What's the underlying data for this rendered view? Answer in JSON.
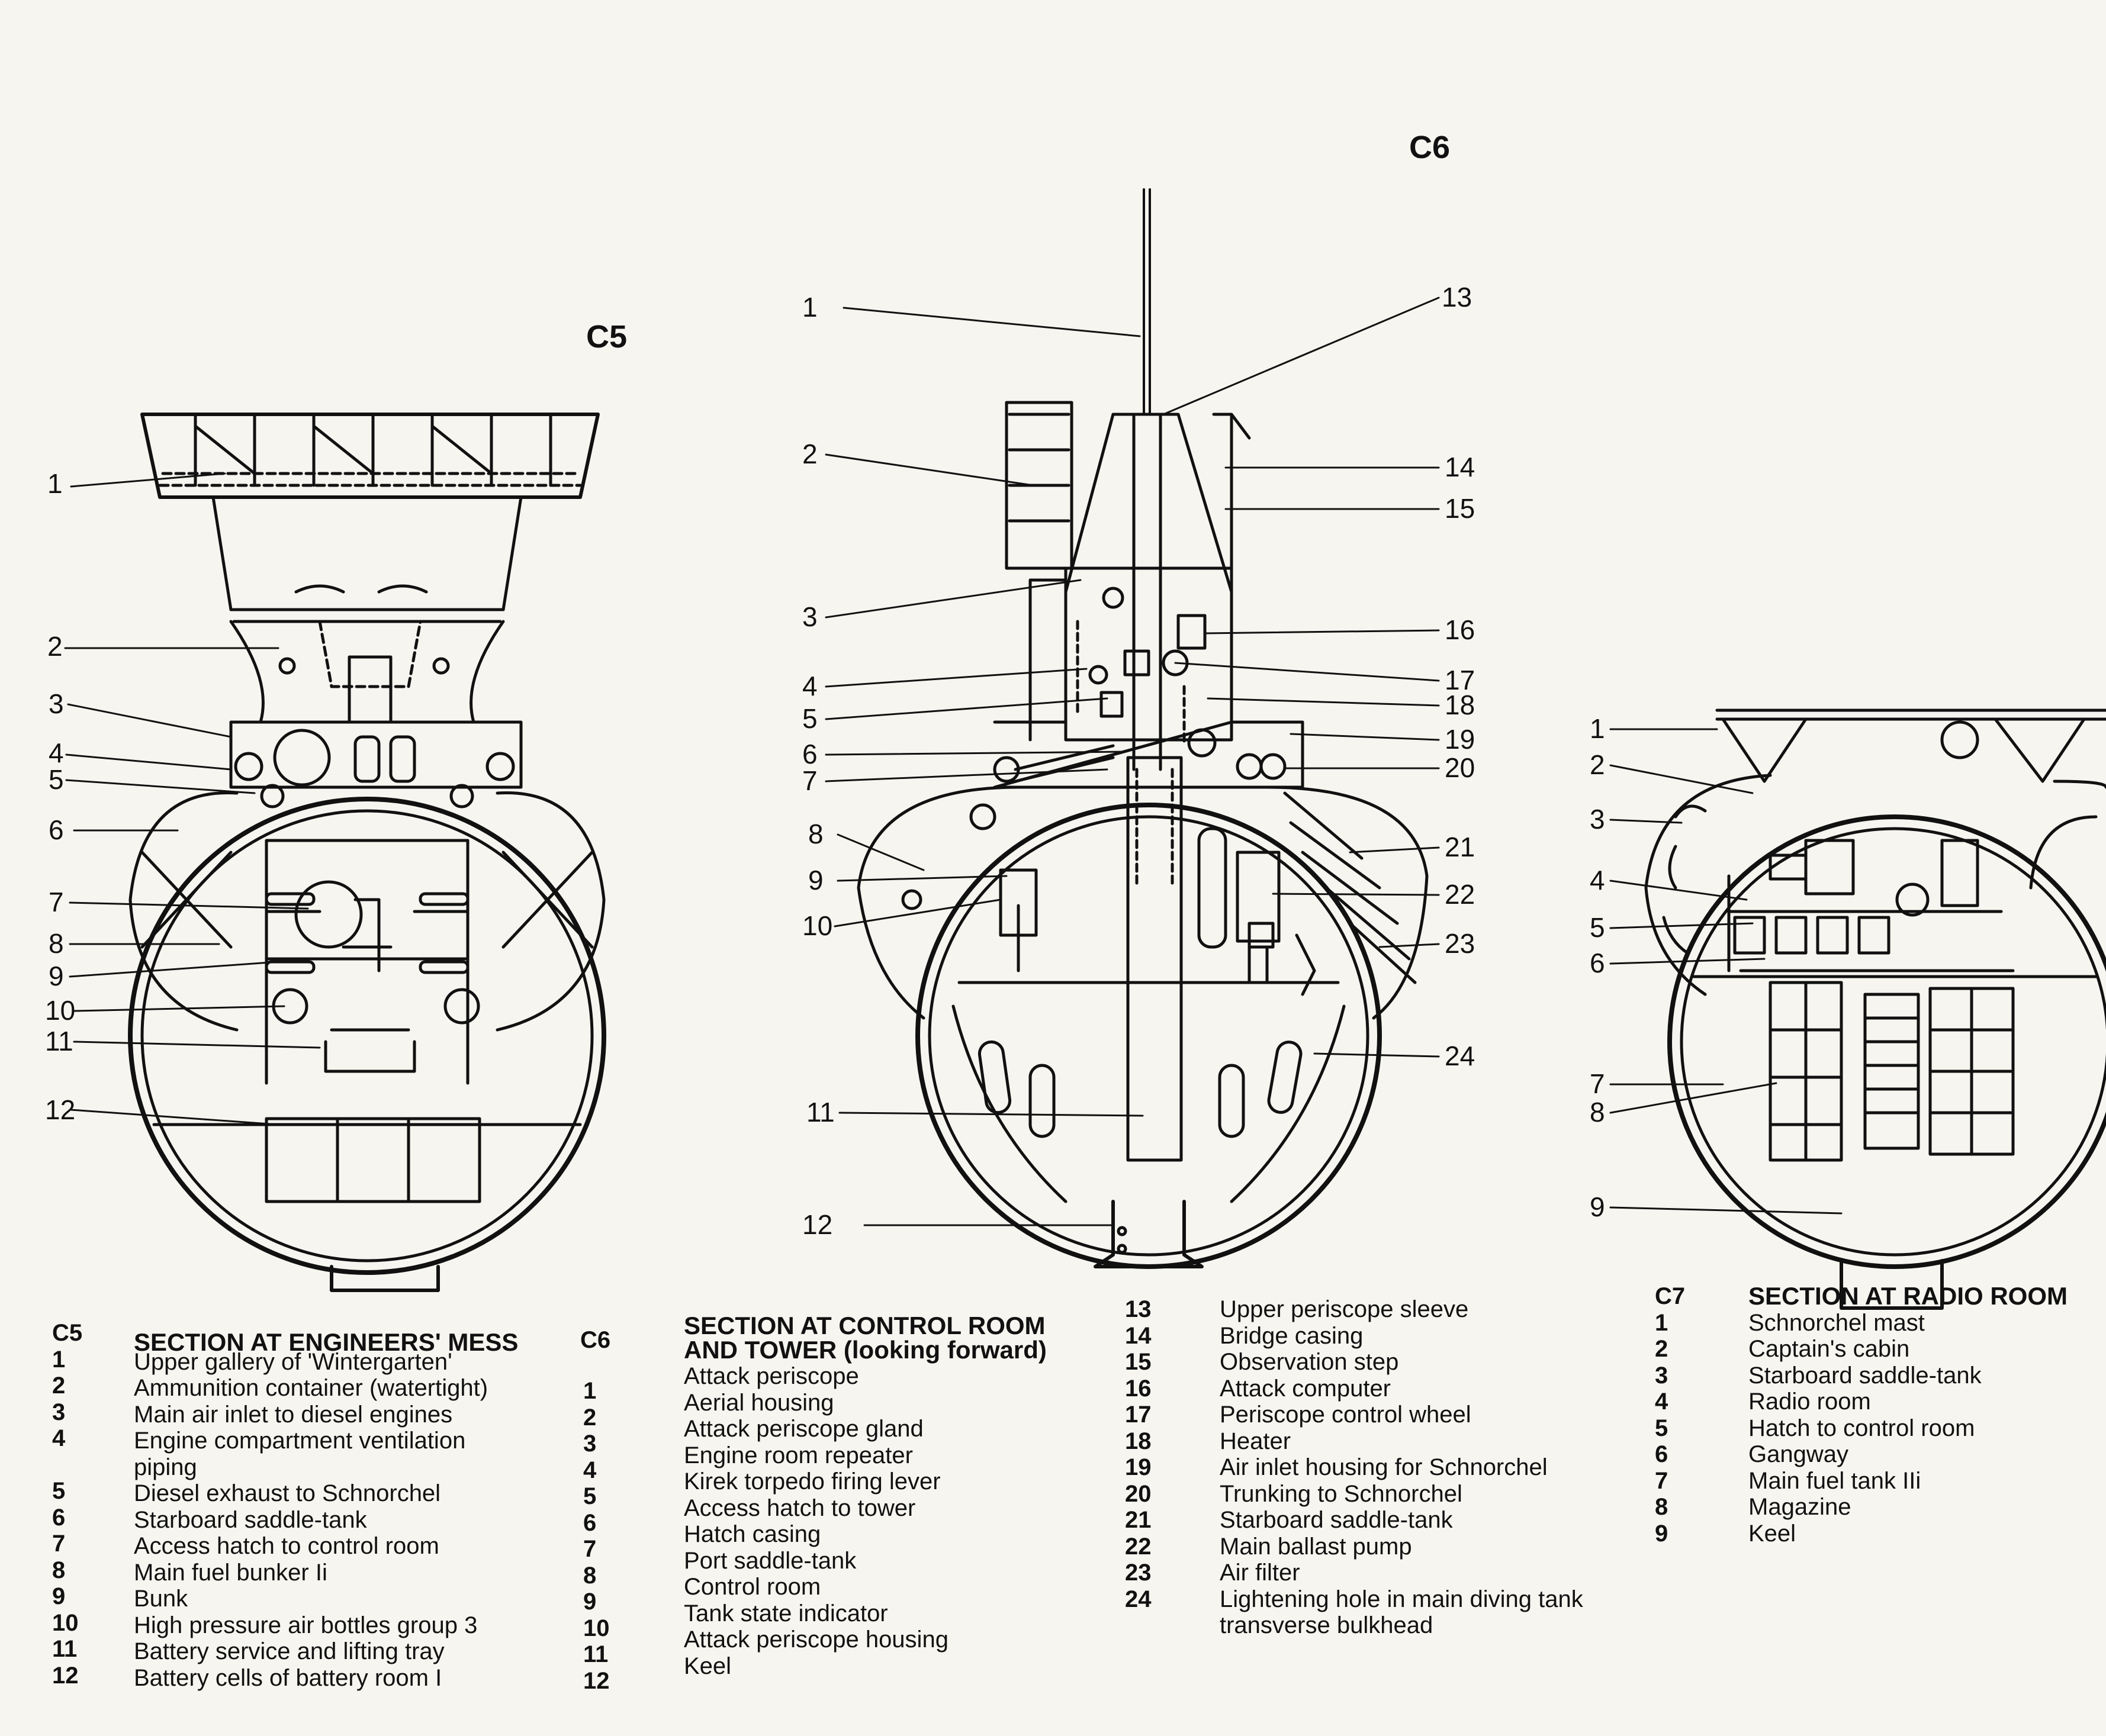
{
  "sections": {
    "c5": {
      "id": "C5",
      "title": "SECTION AT ENGINEERS' MESS",
      "callouts": [
        "1",
        "2",
        "3",
        "4",
        "5",
        "6",
        "7",
        "8",
        "9",
        "10",
        "11",
        "12"
      ],
      "items": [
        {
          "n": "1",
          "label": "Upper gallery of 'Wintergarten'"
        },
        {
          "n": "2",
          "label": "Ammunition container (watertight)"
        },
        {
          "n": "3",
          "label": "Main air inlet to diesel engines"
        },
        {
          "n": "4",
          "label": "Engine compartment ventilation"
        },
        {
          "n": "",
          "label": "piping"
        },
        {
          "n": "5",
          "label": "Diesel exhaust to Schnorchel"
        },
        {
          "n": "6",
          "label": "Starboard saddle-tank"
        },
        {
          "n": "7",
          "label": "Access hatch to control room"
        },
        {
          "n": "8",
          "label": "Main fuel bunker Ii"
        },
        {
          "n": "9",
          "label": "Bunk"
        },
        {
          "n": "10",
          "label": "High pressure air bottles group 3"
        },
        {
          "n": "11",
          "label": "Battery service and lifting tray"
        },
        {
          "n": "12",
          "label": "Battery cells of battery room I"
        }
      ]
    },
    "c6": {
      "id": "C6",
      "title_line1": "SECTION AT CONTROL ROOM",
      "title_line2": "AND TOWER (looking forward)",
      "callouts": [
        "1",
        "2",
        "3",
        "4",
        "5",
        "6",
        "7",
        "8",
        "9",
        "10",
        "11",
        "12",
        "13",
        "14",
        "15",
        "16",
        "17",
        "18",
        "19",
        "20",
        "21",
        "22",
        "23",
        "24"
      ],
      "items_a": [
        {
          "n": "1",
          "label": "Attack periscope"
        },
        {
          "n": "2",
          "label": "Aerial housing"
        },
        {
          "n": "3",
          "label": "Attack periscope gland"
        },
        {
          "n": "4",
          "label": "Engine room repeater"
        },
        {
          "n": "5",
          "label": "Kirek torpedo firing lever"
        },
        {
          "n": "6",
          "label": "Access hatch to tower"
        },
        {
          "n": "7",
          "label": "Hatch casing"
        },
        {
          "n": "8",
          "label": "Port saddle-tank"
        },
        {
          "n": "9",
          "label": "Control room"
        },
        {
          "n": "10",
          "label": "Tank state indicator"
        },
        {
          "n": "11",
          "label": "Attack periscope housing"
        },
        {
          "n": "12",
          "label": "Keel"
        }
      ],
      "items_b": [
        {
          "n": "13",
          "label": "Upper periscope sleeve"
        },
        {
          "n": "14",
          "label": "Bridge casing"
        },
        {
          "n": "15",
          "label": "Observation step"
        },
        {
          "n": "16",
          "label": "Attack computer"
        },
        {
          "n": "17",
          "label": "Periscope control wheel"
        },
        {
          "n": "18",
          "label": "Heater"
        },
        {
          "n": "19",
          "label": "Air inlet housing for Schnorchel"
        },
        {
          "n": "20",
          "label": "Trunking to Schnorchel"
        },
        {
          "n": "21",
          "label": "Starboard saddle-tank"
        },
        {
          "n": "22",
          "label": "Main ballast pump"
        },
        {
          "n": "23",
          "label": "Air filter"
        },
        {
          "n": "24",
          "label": "Lightening hole in main diving tank"
        },
        {
          "n": "",
          "label": "transverse bulkhead"
        }
      ]
    },
    "c7": {
      "id": "C7",
      "title": "SECTION AT RADIO ROOM",
      "callouts": [
        "1",
        "2",
        "3",
        "4",
        "5",
        "6",
        "7",
        "8",
        "9"
      ],
      "items": [
        {
          "n": "1",
          "label": "Schnorchel mast"
        },
        {
          "n": "2",
          "label": "Captain's cabin"
        },
        {
          "n": "3",
          "label": "Starboard saddle-tank"
        },
        {
          "n": "4",
          "label": "Radio room"
        },
        {
          "n": "5",
          "label": "Hatch to control room"
        },
        {
          "n": "6",
          "label": "Gangway"
        },
        {
          "n": "7",
          "label": "Main fuel tank IIi"
        },
        {
          "n": "8",
          "label": "Magazine"
        },
        {
          "n": "9",
          "label": "Keel"
        }
      ]
    }
  }
}
